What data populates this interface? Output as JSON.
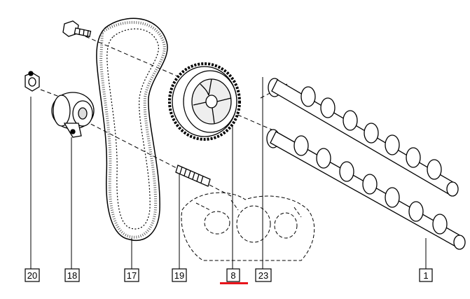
{
  "diagram": {
    "callouts": [
      {
        "id": "c20",
        "label": "20",
        "part": "nut"
      },
      {
        "id": "c18",
        "label": "18",
        "part": "tensioner-pulley"
      },
      {
        "id": "c17",
        "label": "17",
        "part": "timing-belt"
      },
      {
        "id": "c19",
        "label": "19",
        "part": "stud"
      },
      {
        "id": "c8",
        "label": "8",
        "part": "camshaft-sprocket"
      },
      {
        "id": "c23",
        "label": "23",
        "part": "camshaft-seal"
      },
      {
        "id": "c1",
        "label": "1",
        "part": "camshaft"
      }
    ],
    "highlight": {
      "label": "8",
      "color": "#e8141b"
    }
  }
}
